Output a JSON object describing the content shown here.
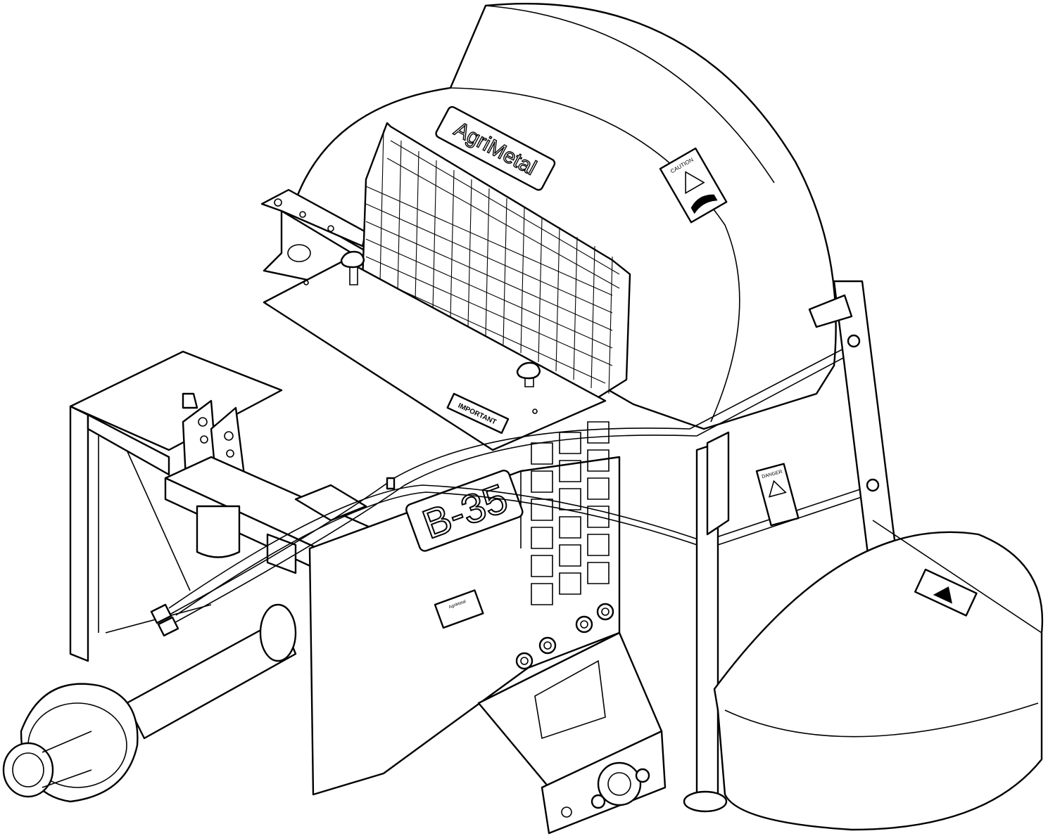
{
  "labels": {
    "brand": "AgriMetal",
    "model": "B-35",
    "caution": "CAUTION",
    "important": "IMPORTANT",
    "danger": "DANGER",
    "plate": "AgriMetal"
  },
  "colors": {
    "line": "#000000",
    "fill": "#ffffff"
  }
}
